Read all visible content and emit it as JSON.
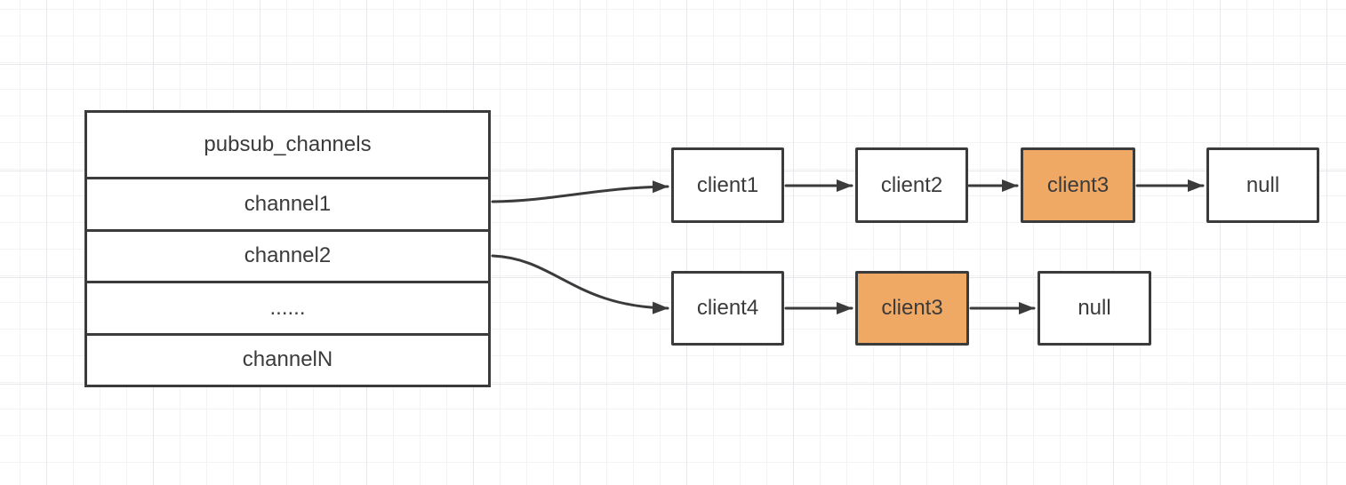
{
  "canvas": {
    "background_color": "#ffffff",
    "grid_minor_color": "#f3f3f6",
    "grid_major_color": "#e8e8ec"
  },
  "colors": {
    "stroke": "#3b3b3b",
    "text": "#3b3b3b",
    "node_fill": "#ffffff",
    "highlight_fill": "#f0a964"
  },
  "table": {
    "header": "pubsub_channels",
    "rows": [
      "channel1",
      "channel2",
      "......",
      "channelN"
    ]
  },
  "lists": [
    {
      "source": "channel1",
      "nodes": [
        {
          "label": "client1",
          "highlighted": false
        },
        {
          "label": "client2",
          "highlighted": false
        },
        {
          "label": "client3",
          "highlighted": true
        },
        {
          "label": "null",
          "highlighted": false
        }
      ]
    },
    {
      "source": "channel2",
      "nodes": [
        {
          "label": "client4",
          "highlighted": false
        },
        {
          "label": "client3",
          "highlighted": true
        },
        {
          "label": "null",
          "highlighted": false
        }
      ]
    }
  ]
}
